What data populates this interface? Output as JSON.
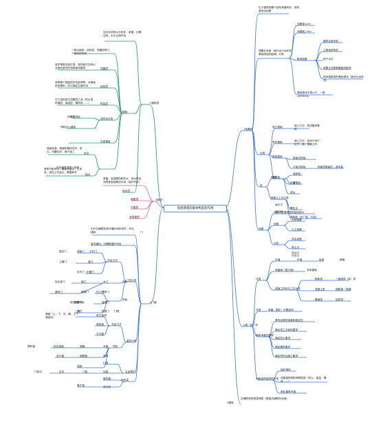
{
  "root": "房屋建筑的基本构造及作用",
  "colors": {
    "blue": "#3a76d8",
    "green": "#1f9a55",
    "pink": "#e0608a",
    "orange": "#ef8a2c",
    "purple": "#8f4fc4",
    "gray": "#6b6b6b"
  },
  "n": {
    "jichu": "1地基础",
    "jc_a1": "位于建筑物最下部的承重构件，将荷载传给地基",
    "jc_a2": "埋置在深度（室外设计地坪到基础底面的距离）分类",
    "jc_a3": "浅基础≤5m",
    "jc_a4": "深基础＞5m",
    "jc_a5": "影响因素",
    "jc_a6": "建筑自身特性",
    "jc_a7": "工程地质条件",
    "jc_a8": "地下水位",
    "jc_a9": "地基土冻胀和融陷的影响",
    "jc_a10": "相邻建筑物的基础埋深（新的比旧的浅）",
    "jc_a11": "基础埋深不得小于，一般≥500mm",
    "jc_b1": "分类",
    "jc_b2": "独立基础",
    "jc_b3": "条形基础",
    "jc_b4": "筏板基础",
    "jc_b5": "桩基础",
    "jc_b6": "施工方法：现浇整体基础",
    "jc_b7": "施工方法：适用于地下，柱下，墙，承重力好",
    "jc_b8": "梁板式筏板",
    "jc_b9": "平板式筏板",
    "jc_b10": "地面层数高的，减本高",
    "jc_b11": "端承桩",
    "jc_b12": "摩擦桩",
    "jc_c1": "桩",
    "jc_c2": "组成",
    "jc_c3": "桩身",
    "jc_c4": "承台",
    "jc_c5": "按施工工艺分类",
    "jc_c6": "静压法",
    "jc_c7": "锤击法",
    "jc_c8": "灌注桩",
    "jc_c9": "预制桩（在厂家，方成）",
    "jc_d1": "地基",
    "jc_d2": "地基不是建筑物的组成部分",
    "jc_d3": "地基",
    "jc_d4": "天然地基",
    "jc_d5": "人工地基",
    "jc_d6": "分类",
    "jc_d7": "夯实地基",
    "jc_d8": "换土法",
    "jc_d9": "振动法",
    "jc_d10": "挤密法",
    "qiang": "2墙（柱）体",
    "q_a1": "分类",
    "q_a2": "外墙",
    "q_a3": "外墙",
    "q_a4": "纵墙",
    "q_a5": "横墙",
    "q_a6": "承重墙（受力墙）",
    "q_a7": "非承重墙",
    "q_a8": "按施工材料与工艺分类",
    "q_a9": "砌体类",
    "q_a10": "一级砌体（砖）类",
    "q_a11": "混凝土类",
    "q_a12": "钢筋墙（混凝）",
    "q_a13": "幕墙类",
    "q_a14": "轻质类",
    "q_b1": "作用",
    "q_b2": "承重，围护，分隔空间",
    "q_c1": "墙体承重的要求",
    "q_c2": "具有足够的强度和稳定性",
    "q_c3": "满足热工方面的要求",
    "q_c4": "满足防火要求",
    "q_c5": "满足隔声要求",
    "q_c6": "满足材料及施工要求",
    "q_d1": "地面装饰装修的作用",
    "q_d2": "保护墙体",
    "q_d3": "改善建筑物的物理性能（防火，保温，隔音……）",
    "q_d4": "美化建筑环境",
    "louti": "3楼梯",
    "louti_t": "交通联系和紧急疏散（垂直交通联系设施）",
    "wu": "4屋顶",
    "wu_l": "屋顶",
    "w_a1": "承重，保温隔热和防水，排水等自然界客观因素的作用（保护作用）",
    "w_a2": "坡屋顶",
    "w_a3": "平屋顶",
    "w_a4": "多层屋顶",
    "louban": "3楼板层",
    "lb_a1": "划分空间的水平构件，承重，分隔空间，水平支撑作用",
    "lb_a2": "楼板",
    "lb_a3": "一般由面层，结构层，顶棚层等几个基本层构成",
    "lb_a4": "顶棚层",
    "lb_a5": "保护楼板安装灯具，装饰室内空间以及满足室内的特殊使用要求",
    "lb_a6": "结构层",
    "lb_a7": "承受整个楼板层的全部荷载，对楼板层的隔声，防火等起主要作用",
    "lb_a8": "附加层",
    "lb_a9": "位于结构层与顶棚层之间（防水层，防潮层，保温层，隔声层……）",
    "lb_a10": "按材料分类",
    "lb_a11": "现浇板",
    "lb_a12": "板式楼板",
    "lb_a13": "预制空心楼板",
    "lb_a14": "无梁楼板",
    "lb_a15": "现浇钢筋混凝土楼板",
    "lb_a16": "优点",
    "lb_a17": "强度较高，刚度和整体性好，耐久，抗震性好，便于施工",
    "lb_a18": "缺点",
    "lb_a19": "受季节影响大，模板用量大，工序多，现浇工作量大，需要养护",
    "lb_a20": "地坪层",
    "men": "5门窗",
    "m_t1": "门",
    "m_a1": "内外交通联系和分隔房间的构件，采光通风",
    "m_a2": "室内通风，分隔和围护作用",
    "m_a3": "开启方式",
    "m_a4": "平开门",
    "m_a5": "弹簧门",
    "m_a6": "推拉门",
    "m_a7": "上翻门",
    "m_a8": "旋门",
    "m_a9": "折叠门",
    "m_a10": "卷帘门",
    "m_b1": "门的分类",
    "m_b2": "材料",
    "m_b3": "木门",
    "m_b4": "钢门",
    "m_b5": "铝合金门",
    "m_b6": "塑钢门",
    "m_b7": "塑料门",
    "m_b8": "用途",
    "m_b9": "防火门",
    "m_b10": "保温门",
    "m_b11": "隔声门",
    "m_b12": "防盗门",
    "m_b13": "门的用途",
    "m_b14": "保温门",
    "m_b15": "射线防护门",
    "m_b16": "风门",
    "m_b17": "门禁",
    "m_b18": "门扇",
    "m_b19": "门框",
    "m_c1": "窗的分类",
    "m_c2": "开启方式",
    "m_c3": "固定窗",
    "m_c4": "平开窗",
    "m_c5": "悬窗（上，下，中，横，上下摆扇形）",
    "m_c6": "推拉窗",
    "m_c7": "材料",
    "m_c8": "木窗",
    "m_c9": "钢窗",
    "m_c10": "铝合金窗",
    "m_c11": "塑料窗",
    "m_c12": "窗扇",
    "m_c13": "钢塑窗",
    "m_c14": "百叶窗",
    "m_d1": "五金零件",
    "m_d2": "门锁",
    "m_d3": "铰链",
    "m_d4": "插销",
    "m_d5": "门吸",
    "m_d6": "拉手",
    "m_d7": "门碰头",
    "m_e1": "附件类",
    "m_e2": "窗帘盒",
    "m_e3": "窗台板",
    "m_e4": "筒子板"
  }
}
